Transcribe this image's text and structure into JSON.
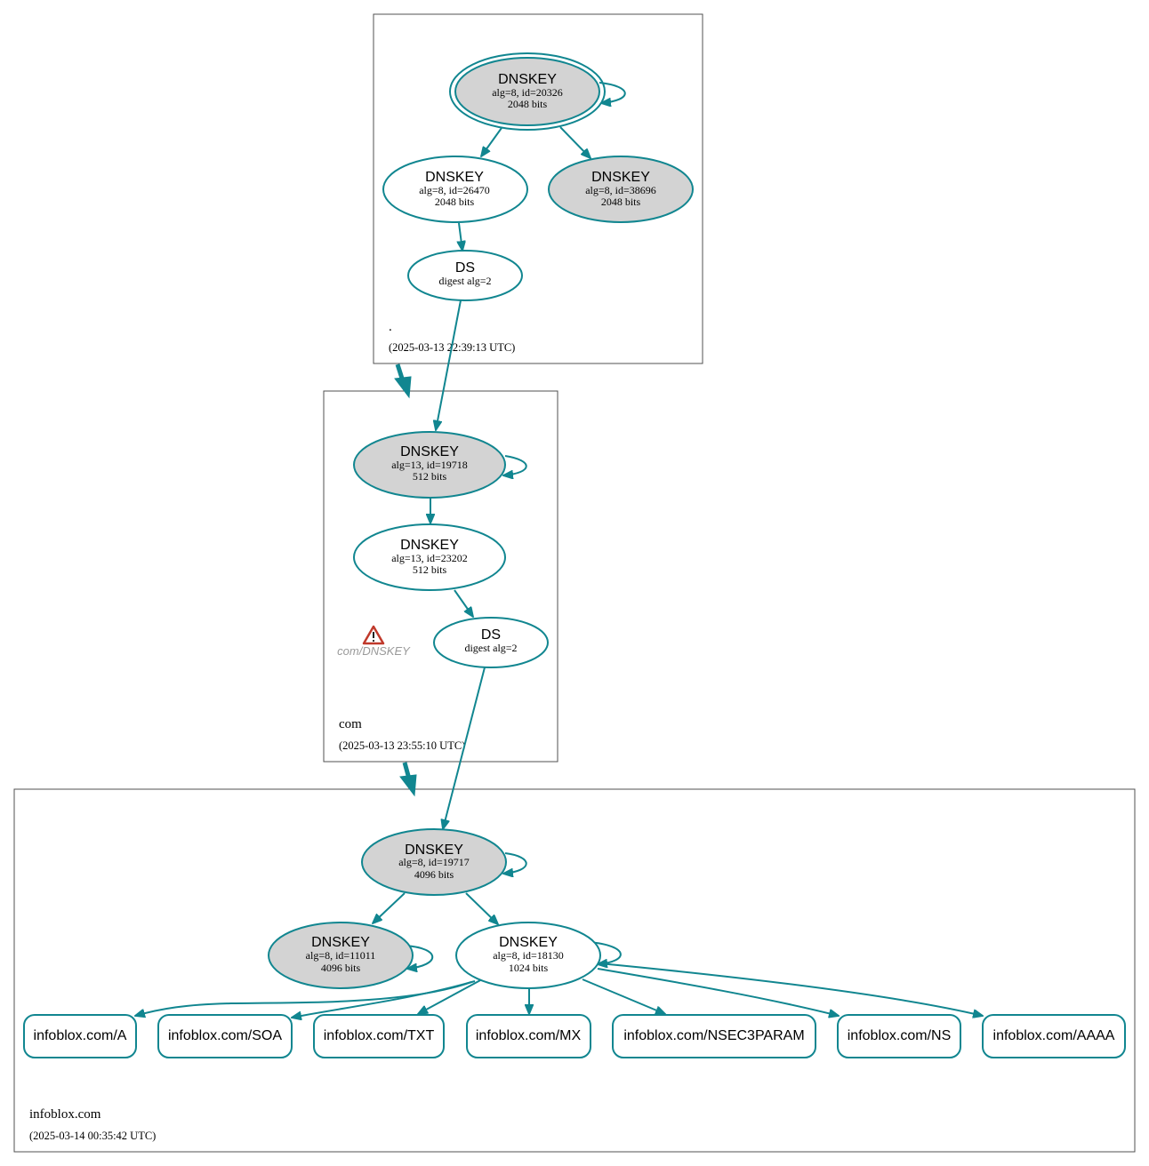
{
  "colors": {
    "edge": "#118690",
    "ksk_fill": "#d3d3d3",
    "zsk_fill": "#ffffff",
    "zone_border": "#505050",
    "warning_red": "#c0392b"
  },
  "zones": {
    "root": {
      "name": ".",
      "timestamp": "(2025-03-13 22:39:13 UTC)"
    },
    "com": {
      "name": "com",
      "timestamp": "(2025-03-13 23:55:10 UTC)"
    },
    "infoblox": {
      "name": "infoblox.com",
      "timestamp": "(2025-03-14 00:35:42 UTC)"
    }
  },
  "nodes": {
    "root_ksk": {
      "title": "DNSKEY",
      "line1": "alg=8, id=20326",
      "line2": "2048 bits"
    },
    "root_zsk": {
      "title": "DNSKEY",
      "line1": "alg=8, id=26470",
      "line2": "2048 bits"
    },
    "root_key3": {
      "title": "DNSKEY",
      "line1": "alg=8, id=38696",
      "line2": "2048 bits"
    },
    "root_ds": {
      "title": "DS",
      "line1": "digest alg=2"
    },
    "com_ksk": {
      "title": "DNSKEY",
      "line1": "alg=13, id=19718",
      "line2": "512 bits"
    },
    "com_zsk": {
      "title": "DNSKEY",
      "line1": "alg=13, id=23202",
      "line2": "512 bits"
    },
    "com_ds": {
      "title": "DS",
      "line1": "digest alg=2"
    },
    "ib_ksk": {
      "title": "DNSKEY",
      "line1": "alg=8, id=19717",
      "line2": "4096 bits"
    },
    "ib_key2": {
      "title": "DNSKEY",
      "line1": "alg=8, id=11011",
      "line2": "4096 bits"
    },
    "ib_zsk": {
      "title": "DNSKEY",
      "line1": "alg=8, id=18130",
      "line2": "1024 bits"
    }
  },
  "warning": {
    "label": "com/DNSKEY",
    "icon": "warning-triangle-icon"
  },
  "rrsets": [
    "infoblox.com/A",
    "infoblox.com/SOA",
    "infoblox.com/TXT",
    "infoblox.com/MX",
    "infoblox.com/NSEC3PARAM",
    "infoblox.com/NS",
    "infoblox.com/AAAA"
  ]
}
